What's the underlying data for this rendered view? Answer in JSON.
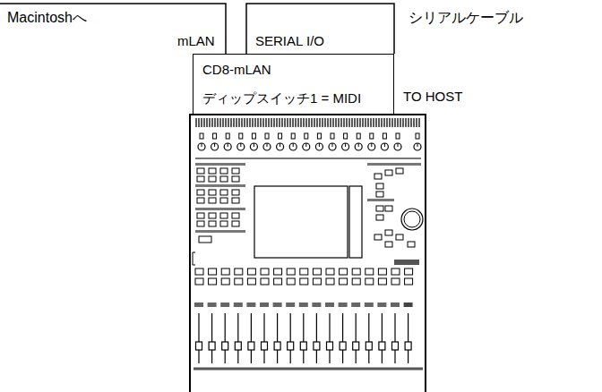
{
  "diagram": {
    "nodes": [
      {
        "text": [
          "CD8-mLAN",
          "ディップスイッチ1 = MIDI"
        ]
      }
    ],
    "labels": [
      "Macintoshへ",
      "mLAN",
      "SERIAL I/O",
      "シリアルケーブル",
      "TO HOST"
    ]
  }
}
